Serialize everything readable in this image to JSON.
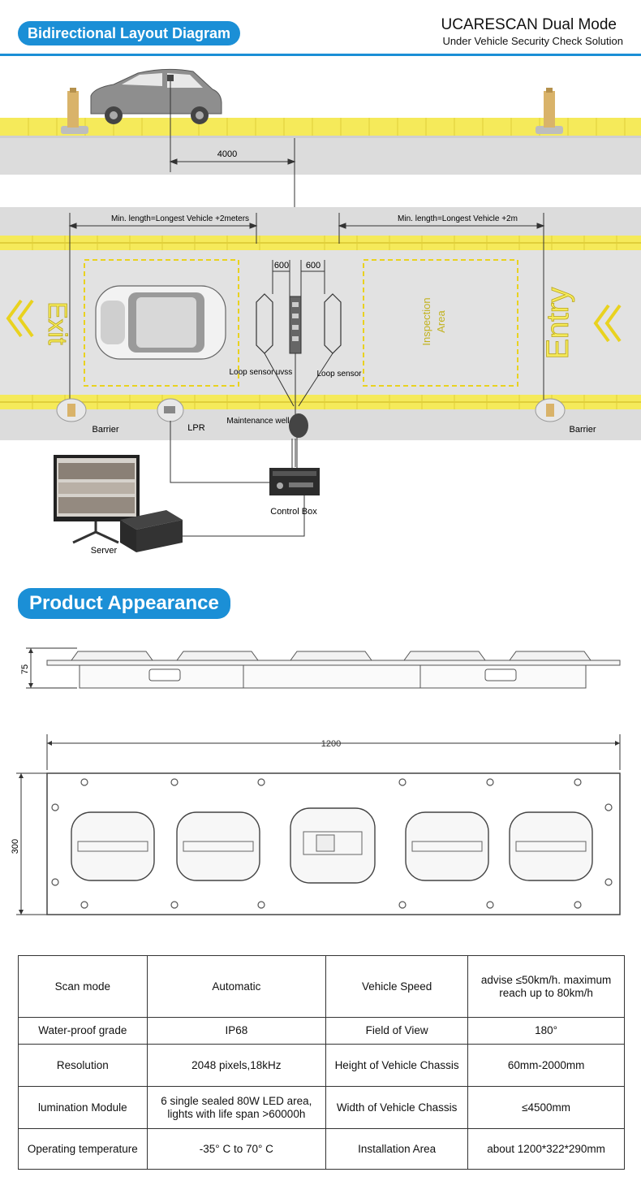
{
  "header": {
    "section1_title": "Bidirectional Layout Diagram",
    "brand_title": "UCARESCAN Dual Mode",
    "brand_subtitle": "Under Vehicle Security Check Solution",
    "section2_title": "Product Appearance"
  },
  "layout": {
    "dim_4000": "4000",
    "min_length_left": "Min. length=Longest Vehicle +2meters",
    "min_length_right": "Min. length=Longest Vehicle +2m",
    "dim_600_left": "600",
    "dim_600_right": "600",
    "exit_text": "Exit",
    "entry_text": "Entry",
    "inspection_area_line1": "Inspection",
    "inspection_area_line2": "Area",
    "loop_sensor_left": "Loop sensor",
    "uvss": "uvss",
    "loop_sensor_right": "Loop sensor",
    "barrier_left": "Barrier",
    "lpr": "LPR",
    "maintenance_well": "Maintenance well",
    "barrier_right": "Barrier",
    "control_box": "Control Box",
    "server": "Server"
  },
  "product": {
    "dim_height": "75",
    "dim_length": "1200",
    "dim_width": "300"
  },
  "specs": [
    [
      "Scan mode",
      "Automatic",
      "Vehicle Speed",
      "advise ≤50km/h. maximum reach up to 80km/h"
    ],
    [
      "Water-proof grade",
      "IP68",
      "Field of View",
      "180°"
    ],
    [
      "Resolution",
      "2048 pixels,18kHz",
      "Height of Vehicle Chassis",
      "60mm-2000mm"
    ],
    [
      "lumination Module",
      "6 single sealed 80W LED area, lights with life span >60000h",
      "Width of Vehicle Chassis",
      "≤4500mm"
    ],
    [
      "Operating temperature",
      "-35° C to 70° C",
      "Installation Area",
      "about 1200*322*290mm"
    ]
  ],
  "colors": {
    "accent": "#1b8fd6",
    "road": "#dcdcdc",
    "yellow": "#f5ea5a",
    "yellow_line": "#e9d21f"
  }
}
